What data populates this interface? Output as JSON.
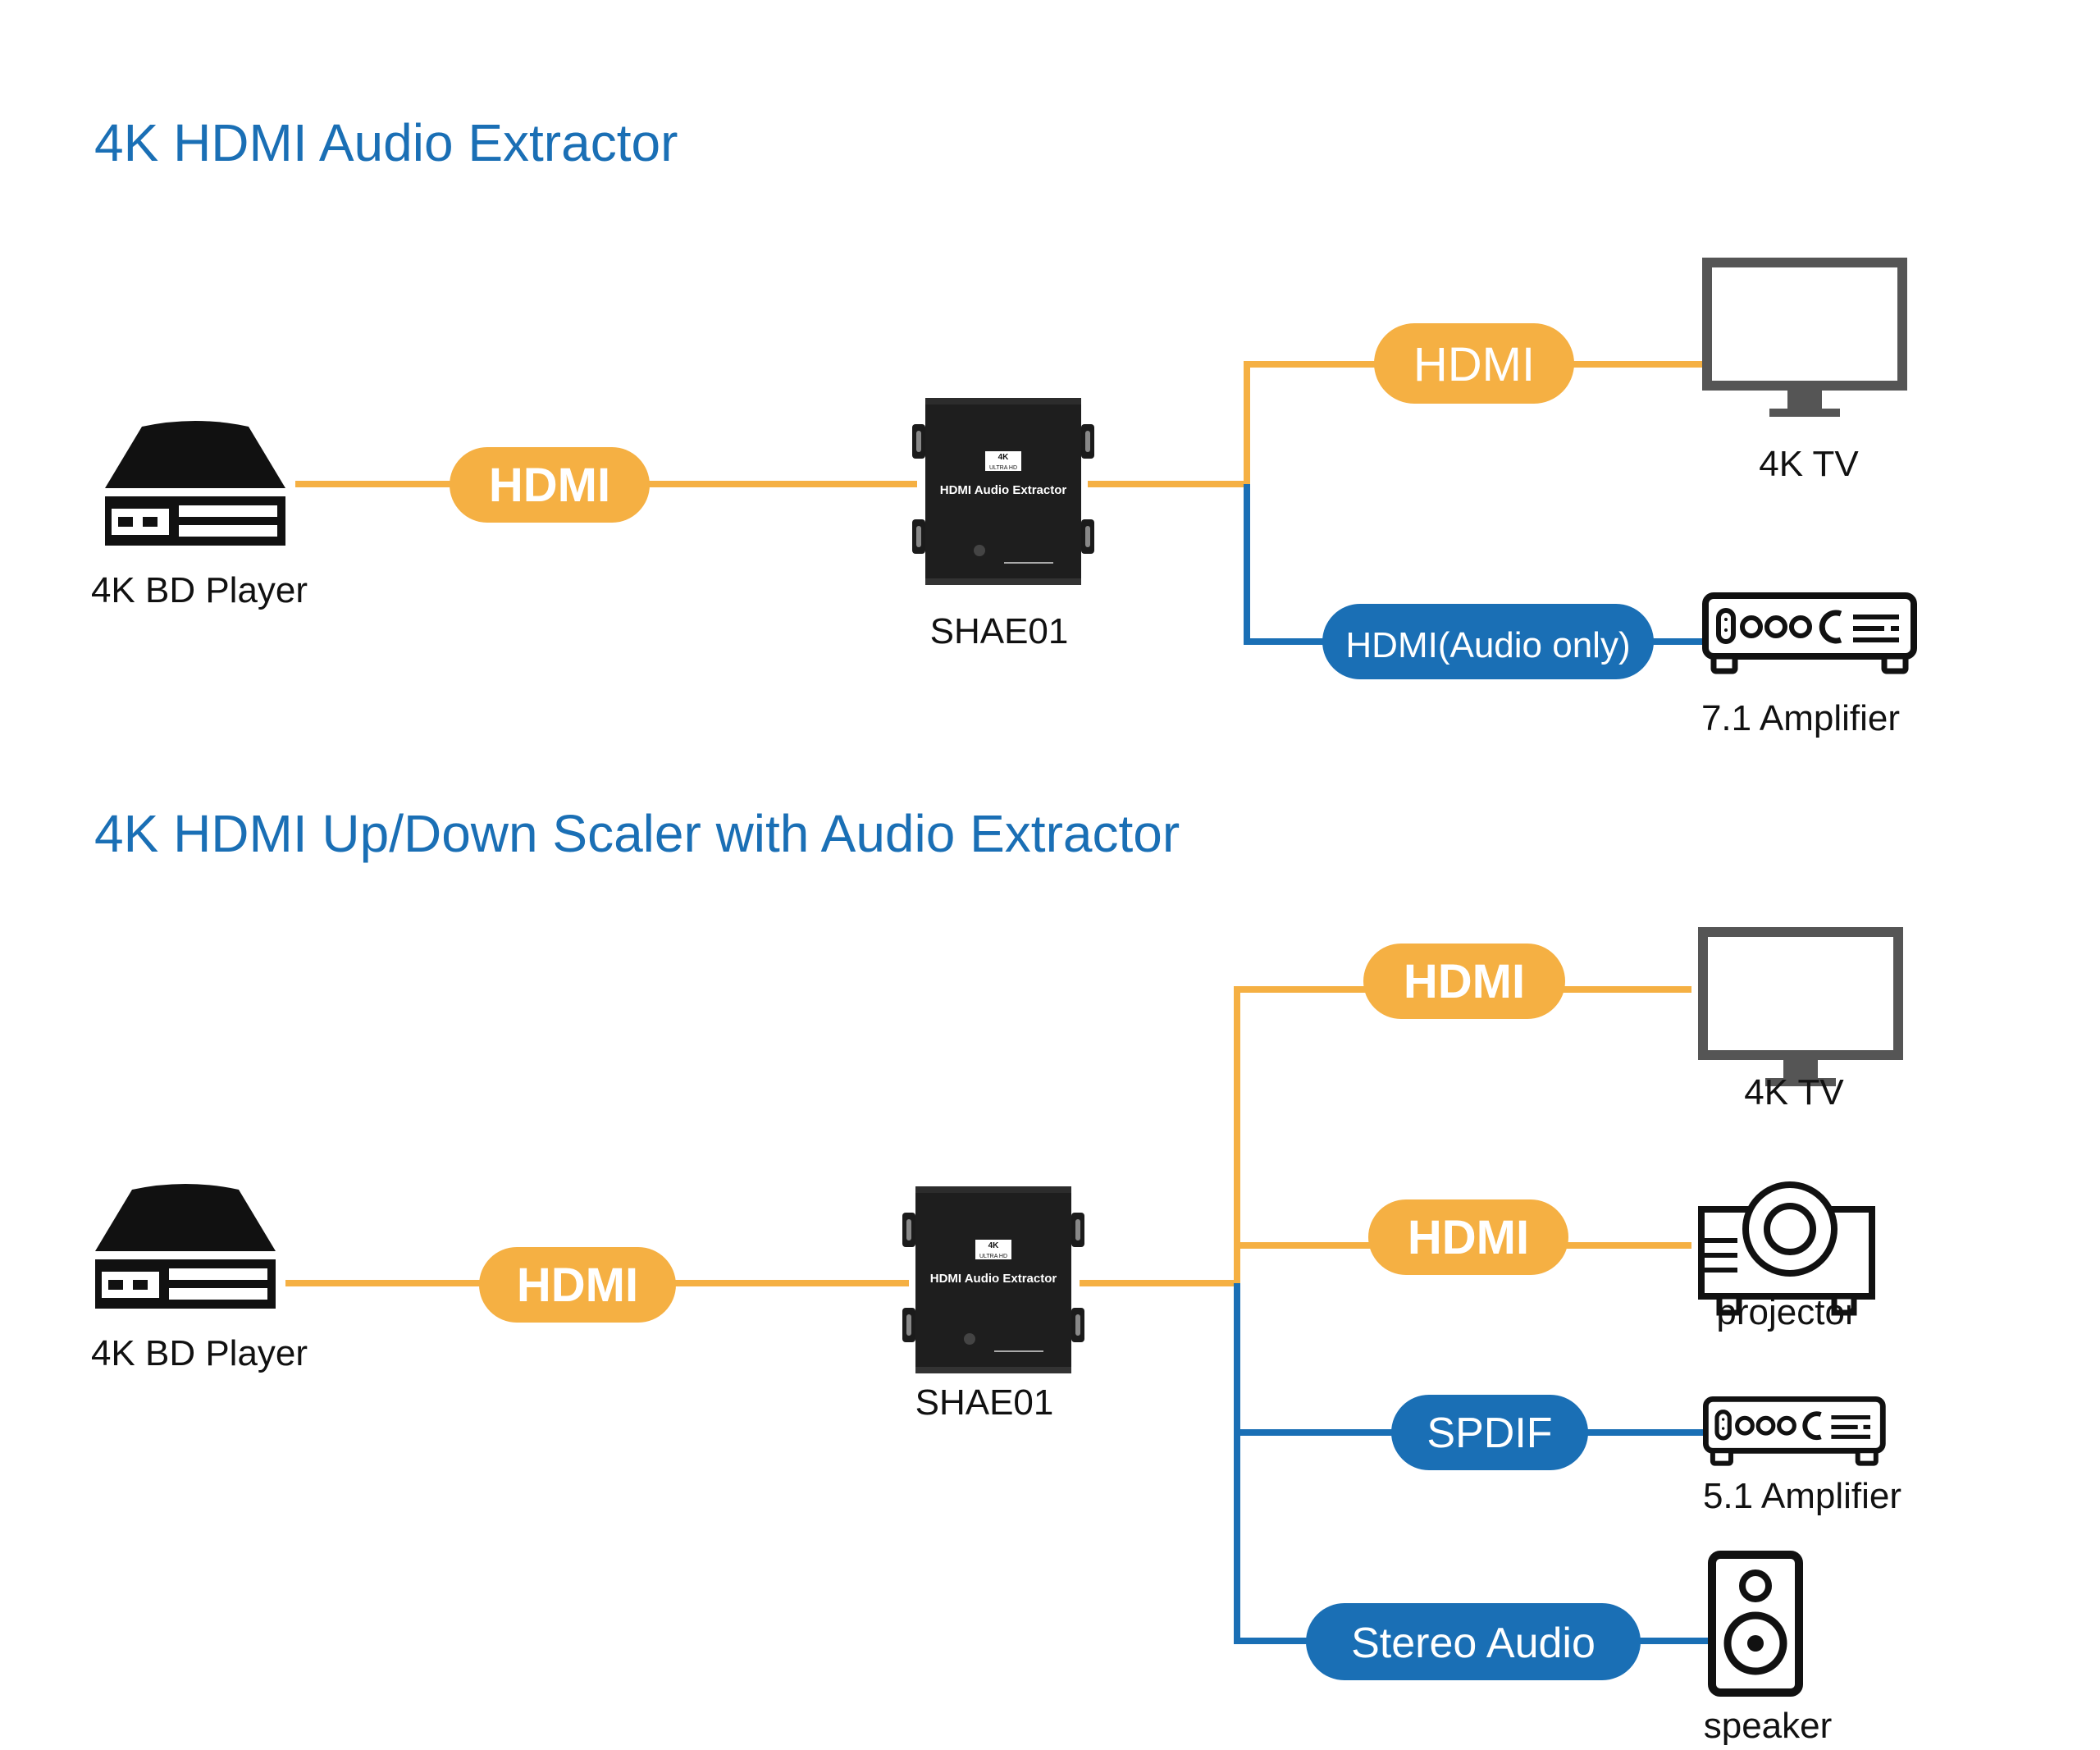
{
  "colors": {
    "title": "#1a6fb5",
    "hdmi": "#f5b043",
    "audio": "#1a6fb5",
    "icon": "#555555",
    "black": "#111111"
  },
  "section1": {
    "title": "4K HDMI Audio Extractor",
    "source_label": "4K BD Player",
    "input_cable": "HDMI",
    "device_label": "SHAE01",
    "device_face": {
      "badge_top": "4K",
      "badge_bottom": "ULTRA HD",
      "name": "HDMI Audio Extractor"
    },
    "outputs": [
      {
        "cable": "HDMI",
        "target": "4K TV",
        "icon": "tv-icon"
      },
      {
        "cable": "HDMI(Audio only)",
        "target": "7.1 Amplifier",
        "icon": "amplifier-icon"
      }
    ]
  },
  "section2": {
    "title": "4K HDMI Up/Down Scaler with Audio Extractor",
    "source_label": "4K BD Player",
    "input_cable": "HDMI",
    "device_label": "SHAE01",
    "device_face": {
      "badge_top": "4K",
      "badge_bottom": "ULTRA HD",
      "name": "HDMI Audio Extractor"
    },
    "outputs": [
      {
        "cable": "HDMI",
        "target": "4K TV",
        "icon": "tv-icon"
      },
      {
        "cable": "HDMI",
        "target": "projector",
        "icon": "projector-icon"
      },
      {
        "cable": "SPDIF",
        "target": "5.1 Amplifier",
        "icon": "amplifier-icon"
      },
      {
        "cable": "Stereo Audio",
        "target": "speaker",
        "icon": "speaker-icon"
      }
    ]
  }
}
